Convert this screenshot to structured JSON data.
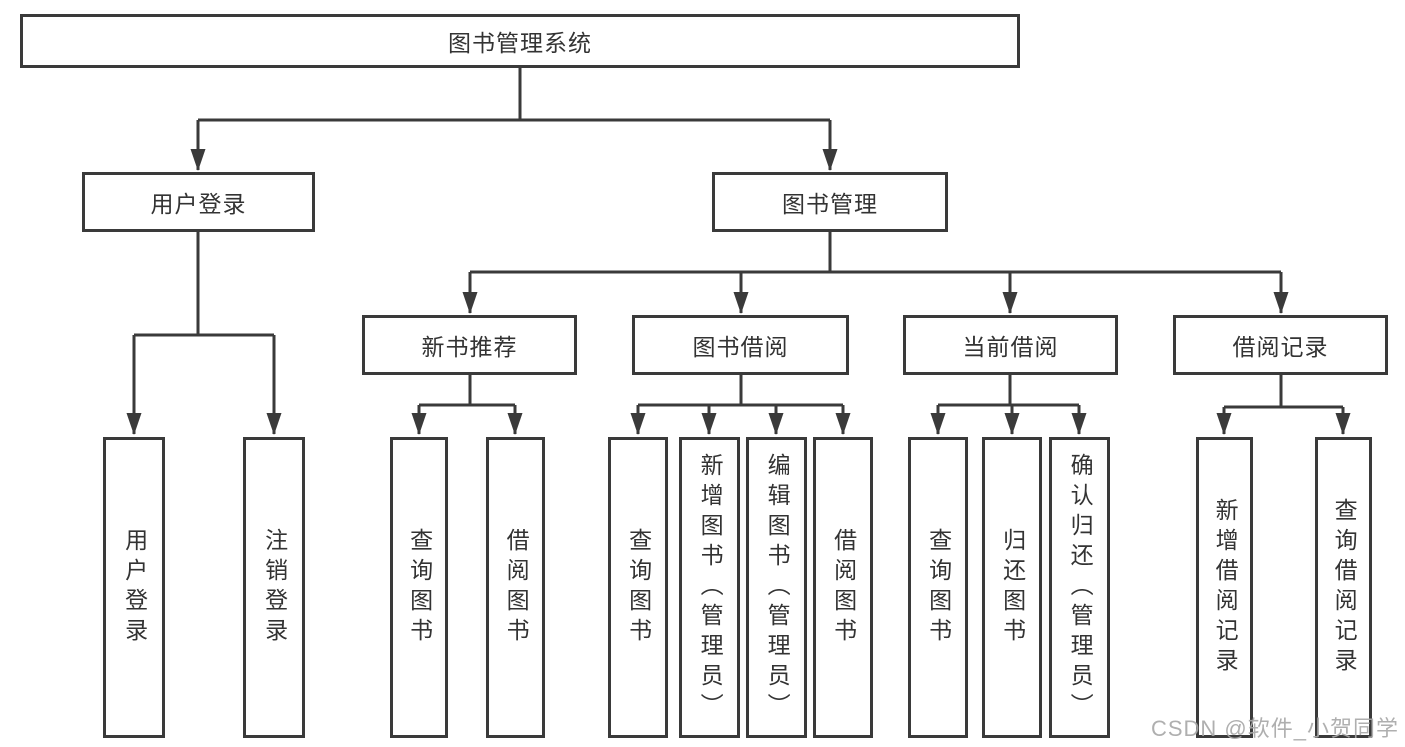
{
  "nodes": {
    "root": "图书管理系统",
    "level2": [
      "用户登录",
      "图书管理"
    ],
    "level3": [
      "新书推荐",
      "图书借阅",
      "当前借阅",
      "借阅记录"
    ],
    "leaves": {
      "user_login": [
        "用户登录",
        "注销登录"
      ],
      "new_book_recommend": [
        "查询图书",
        "借阅图书"
      ],
      "book_borrow": [
        "查询图书",
        "新增图书（管理员）",
        "编辑图书（管理员）",
        "借阅图书"
      ],
      "current_borrow": [
        "查询图书",
        "归还图书",
        "确认归还（管理员）"
      ],
      "borrow_record": [
        "新增借阅记录",
        "查询借阅记录"
      ]
    }
  },
  "watermark": "CSDN @软件_小贺同学",
  "colors": {
    "line": "#3a3a3a",
    "text": "#333333",
    "background": "#ffffff",
    "watermark": "#a8a8a8"
  }
}
